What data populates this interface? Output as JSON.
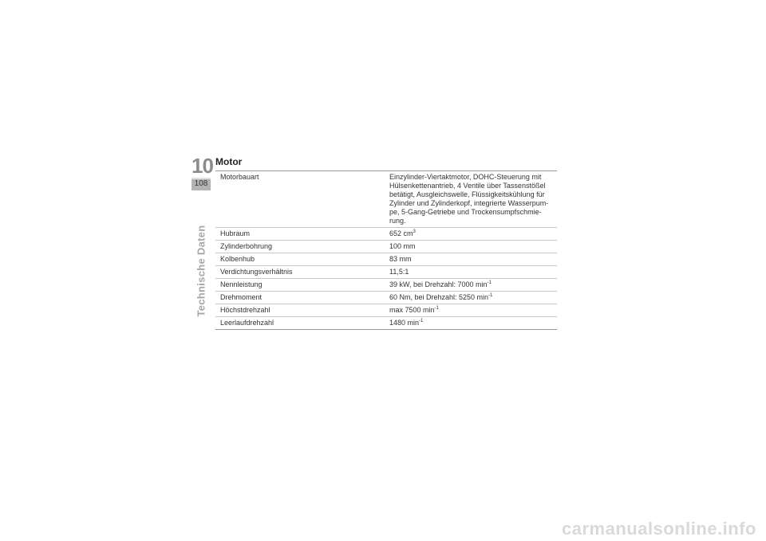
{
  "chapter": {
    "number": "10",
    "page": "108",
    "side_label": "Technische Daten"
  },
  "section": {
    "title": "Motor"
  },
  "rows": [
    {
      "label": "Motorbauart",
      "value": "Einzylinder-Viertaktmotor, DOHC-Steuerung mit Hülsenkettenantrieb, 4 Ventile über Tassenstößel betätigt, Ausgleichswelle, Flüssigkeitskühlung für Zylinder und Zylinderkopf, integrierte Wasserpum-pe, 5-Gang-Getriebe und Trockensumpfschmie-rung."
    },
    {
      "label": "Hubraum",
      "value": "652 cm",
      "sup": "3"
    },
    {
      "label": "Zylinderbohrung",
      "value": "100 mm"
    },
    {
      "label": "Kolbenhub",
      "value": "83 mm"
    },
    {
      "label": "Verdichtungsverhältnis",
      "value": "11,5:1"
    },
    {
      "label": "Nennleistung",
      "value": "39 kW, bei Drehzahl: 7000 min",
      "sup": "-1"
    },
    {
      "label": "Drehmoment",
      "value": "60 Nm, bei Drehzahl: 5250 min",
      "sup": "-1"
    },
    {
      "label": "Höchstdrehzahl",
      "value": "max 7500 min",
      "sup": "-1"
    },
    {
      "label": "Leerlaufdrehzahl",
      "value": "1480 min",
      "sup": "-1"
    }
  ],
  "footer": {
    "watermark": "carmanualsonline.info"
  }
}
